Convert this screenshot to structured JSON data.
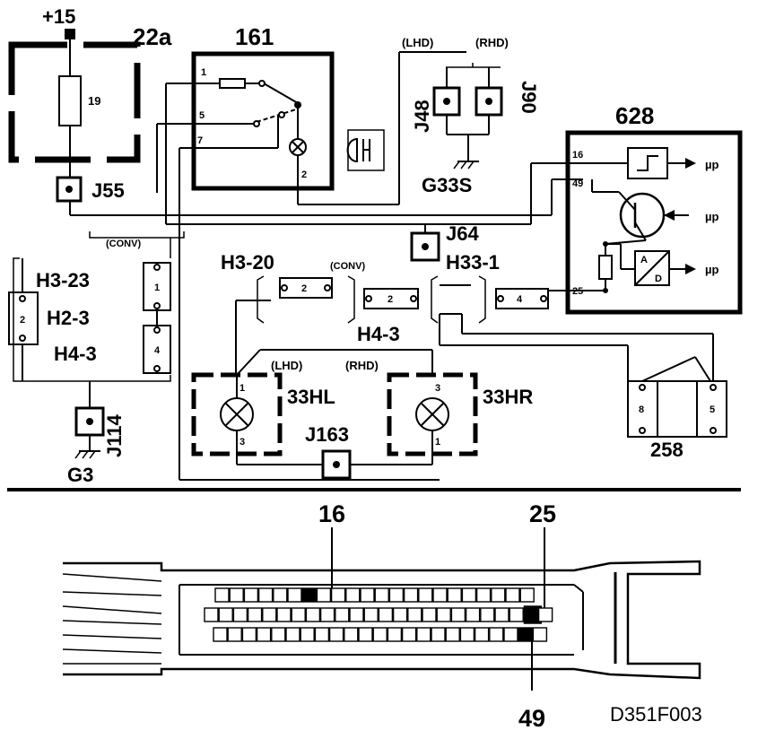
{
  "labels": {
    "plus15": "+15",
    "c22a": "22a",
    "c161": "161",
    "c628": "628",
    "fuse19": "19",
    "j55": "J55",
    "lhd_top": "(LHD)",
    "rhd_top": "(RHD)",
    "j48": "J48",
    "j90": "J90",
    "g33s": "G33S",
    "conv1": "(CONV)",
    "conv2": "(CONV)",
    "h3_23": "H3-23",
    "h2_3": "H2-3",
    "h4_3_left": "H4-3",
    "h3_20": "H3-20",
    "h4_3_mid": "H4-3",
    "h33_1": "H33-1",
    "j64": "J64",
    "j114": "J114",
    "g3": "G3",
    "lhd_mid": "(LHD)",
    "rhd_mid": "(RHD)",
    "c33hl": "33HL",
    "c33hr": "33HR",
    "j163": "J163",
    "c258": "258",
    "mu1": "µp",
    "mu2": "µp",
    "mu3": "µp",
    "ad_a": "A",
    "ad_d": "D",
    "pin1_161": "1",
    "pin5_161": "5",
    "pin7_161": "7",
    "pin2_161": "2",
    "pin16_628": "16",
    "pin49_628": "49",
    "pin25_628": "25",
    "h3_20_pin": "2",
    "h4_3_pin": "2",
    "h33_1_pin": "4",
    "h2_3_pin": "2",
    "h3_23_pin": "1",
    "h4_3l_pin": "4",
    "hl_pin1": "1",
    "hl_pin3": "3",
    "hr_pin3": "3",
    "hr_pin1": "1",
    "c258_pin8": "8",
    "c258_pin5": "5",
    "callout16": "16",
    "callout25": "25",
    "callout49": "49",
    "figure_code": "D351F003"
  }
}
